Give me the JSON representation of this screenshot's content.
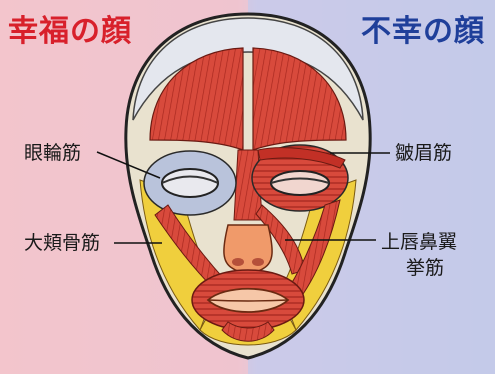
{
  "titles": {
    "left": "幸福の顔",
    "right": "不幸の顔"
  },
  "labels": {
    "orbicularis": "眼輪筋",
    "zygomaticus": "大頬骨筋",
    "corrugator": "皺眉筋",
    "levator_line1": "上唇鼻翼",
    "levator_line2": "挙筋"
  },
  "colors": {
    "happy_bg": "#f2c3cb",
    "sad_bg": "#c3c9ea",
    "happy_title": "#d8202b",
    "sad_title": "#1f3f9a",
    "muscle": "#d9453a",
    "fat": "#f2d24a",
    "skull": "#e7e9ef"
  }
}
